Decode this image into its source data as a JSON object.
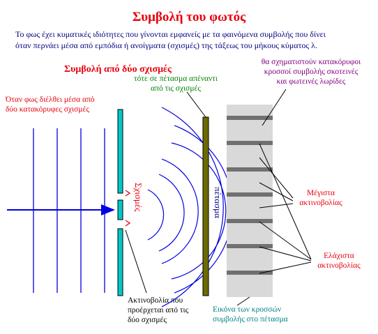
{
  "title": "Συμβολή του φωτός",
  "intro": [
    "Το φως έχει κυματικές ιδιότητες που γίνονται εμφανείς με τα φαινόμενα συμβολής που δίνει",
    "όταν περνάει μέσα από εμπόδια ή ανοίγματα (σχισμές) της τάξεως του μήκους κύματος λ."
  ],
  "subtitle": "Συμβολή από δύο σχισμές",
  "labels": {
    "incoming": [
      "Όταν φως διέλθει μέσα από",
      "δύο κατακόρυφες σχισμές"
    ],
    "screen_then": [
      "τότε σε πέτασμα απέναντι",
      "από τις σχισμές"
    ],
    "fringes_form": [
      "θα σχηματιστούν κατακόρυφοι",
      "κροσσοί συμβολής σκοτεινές",
      "και φωτεινές λωρίδες"
    ],
    "slits": "Σχισμές",
    "screen": "πέτασμα",
    "radiation": [
      "Ακτινοβολία που",
      "προέρχεται από τις",
      "δύο σχισμές"
    ],
    "image": [
      "Εικόνα των κροσσών",
      "συμβολής στο πέτασμα"
    ],
    "maxima": [
      "Μέγιστα",
      "ακτινοβολίας"
    ],
    "minima": [
      "Ελάχιστα",
      "ακτινοβολίας"
    ]
  },
  "colors": {
    "title": "#e8000c",
    "intro": "#000080",
    "waves": "#0000e0",
    "barrier": "#00c8c8",
    "screen": "#6b6b00",
    "green": "#008000",
    "purple": "#800080",
    "teal": "#008080"
  }
}
